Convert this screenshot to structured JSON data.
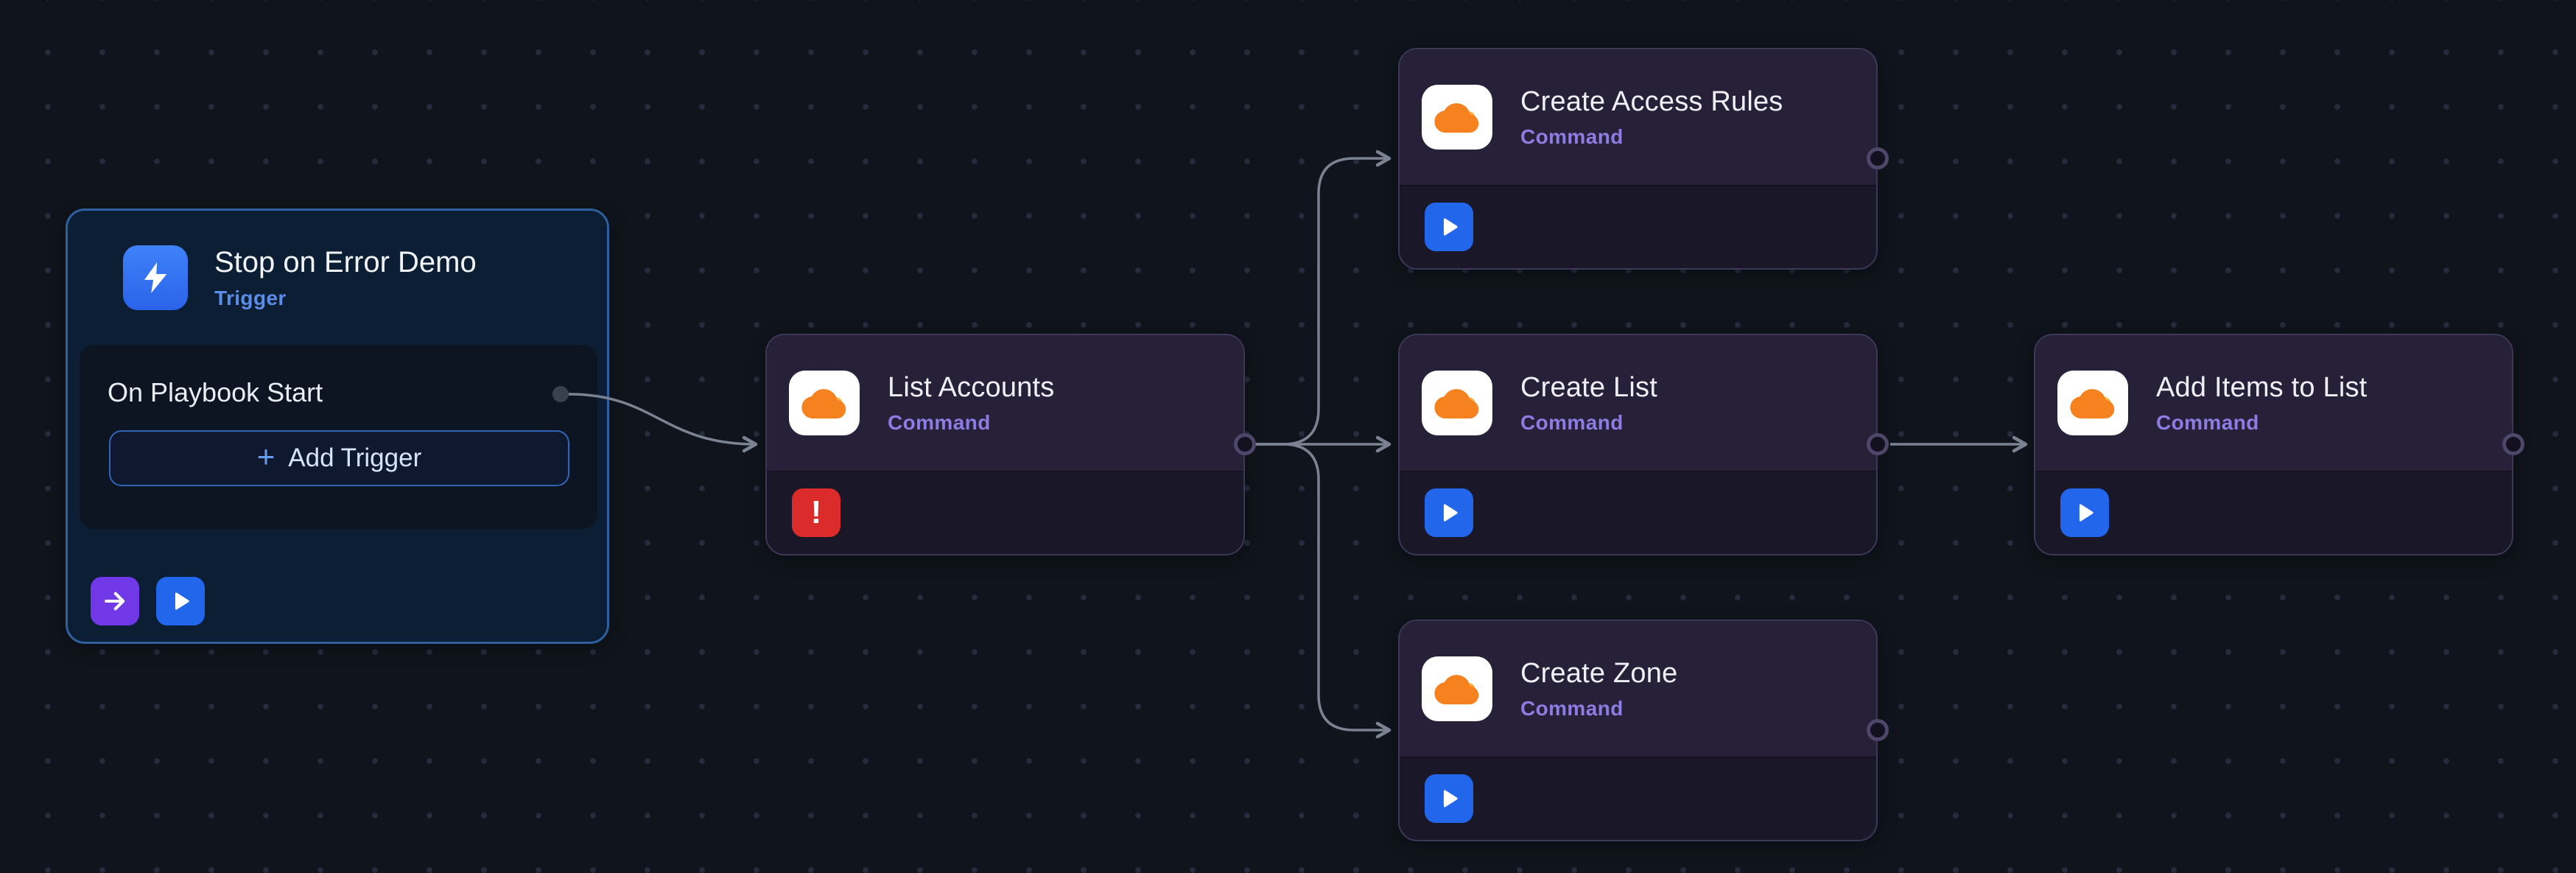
{
  "canvas": {
    "background": "#10141c",
    "grid_dot_color": "#242c3e"
  },
  "trigger": {
    "title": "Stop on Error Demo",
    "type_label": "Trigger",
    "item_label": "On Playbook Start",
    "add_button": {
      "plus": "+",
      "label": "Add Trigger"
    },
    "icons": [
      "lightning-icon",
      "arrow-right-icon",
      "play-icon"
    ]
  },
  "nodes": {
    "list_accounts": {
      "title": "List Accounts",
      "type_label": "Command",
      "app_icon": "cloudflare-icon",
      "status_icon": "error-icon"
    },
    "create_access_rules": {
      "title": "Create Access Rules",
      "type_label": "Command",
      "app_icon": "cloudflare-icon",
      "action_icon": "play-icon"
    },
    "create_list": {
      "title": "Create List",
      "type_label": "Command",
      "app_icon": "cloudflare-icon",
      "action_icon": "play-icon"
    },
    "create_zone": {
      "title": "Create Zone",
      "type_label": "Command",
      "app_icon": "cloudflare-icon",
      "action_icon": "play-icon"
    },
    "add_items_to_list": {
      "title": "Add Items to List",
      "type_label": "Command",
      "app_icon": "cloudflare-icon",
      "action_icon": "play-icon"
    }
  },
  "colors": {
    "accent_blue": "#2166eb",
    "trigger_border": "#2e5f9f",
    "trigger_bg": "#0b1e33",
    "command_header_bg": "#262139",
    "command_footer_bg": "#1a1729",
    "command_border": "#3d3758",
    "command_label_purple": "#8d7ce1",
    "trigger_label_blue": "#5b8ce8",
    "error_red": "#db2b2b",
    "purple_button": "#7138e8",
    "cloudflare_orange": "#f6821f",
    "edge_gray": "#7b8392"
  }
}
